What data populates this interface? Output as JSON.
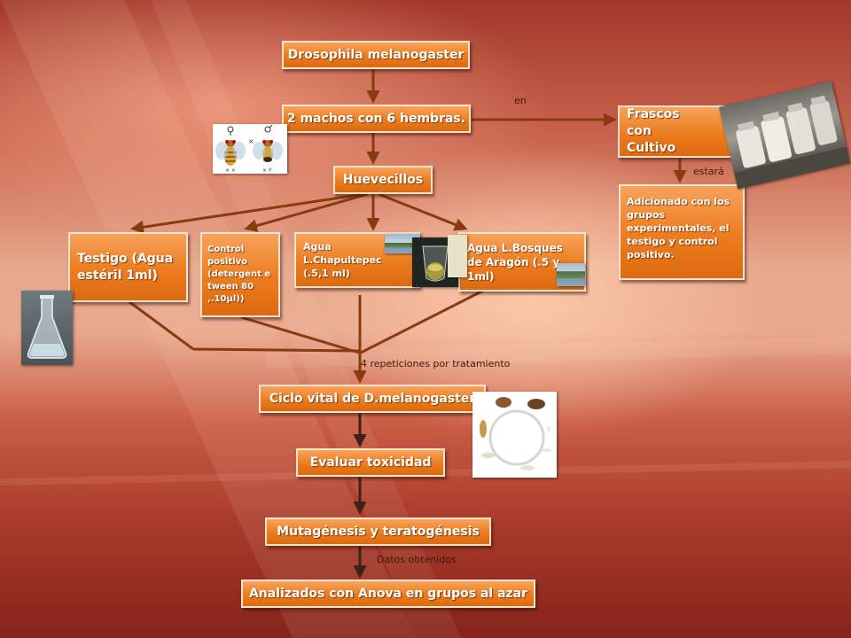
{
  "nodes": {
    "drosophila": "Drosophila melanogaster",
    "machos": "2 machos con 6 hembras.",
    "huevecillos": "Huevecillos",
    "frascos": "Frascos con Cultivo",
    "adicionado": "Adicionado con los grupos experimentales, el testigo y control positivo.",
    "testigo": "Testigo (Agua estéril 1ml)",
    "control": "Control positivo (detergent e tween 80 ,.10µl))",
    "chapultepec": "Agua L.Chapultepec (.5,1 ml)",
    "bosques": "Agua L.Bosques de Aragón (.5 y 1ml)",
    "ciclo": "Ciclo vital de D.melanogaster",
    "evaluar": "Evaluar toxicidad",
    "mutagenesis": "Mutagénesis y teratogénesis",
    "analizados": "Analizados con Anova en grupos al azar"
  },
  "labels": {
    "en": "en",
    "estara": "estará",
    "repeticiones": "4 repeticiones por tratamiento",
    "datos": "Datos obtenidos"
  },
  "colors": {
    "box_fill": "#ec7c1e",
    "box_border": "#fbe3cc",
    "connector": "#8a3a10",
    "connector_dark": "#40201a"
  }
}
